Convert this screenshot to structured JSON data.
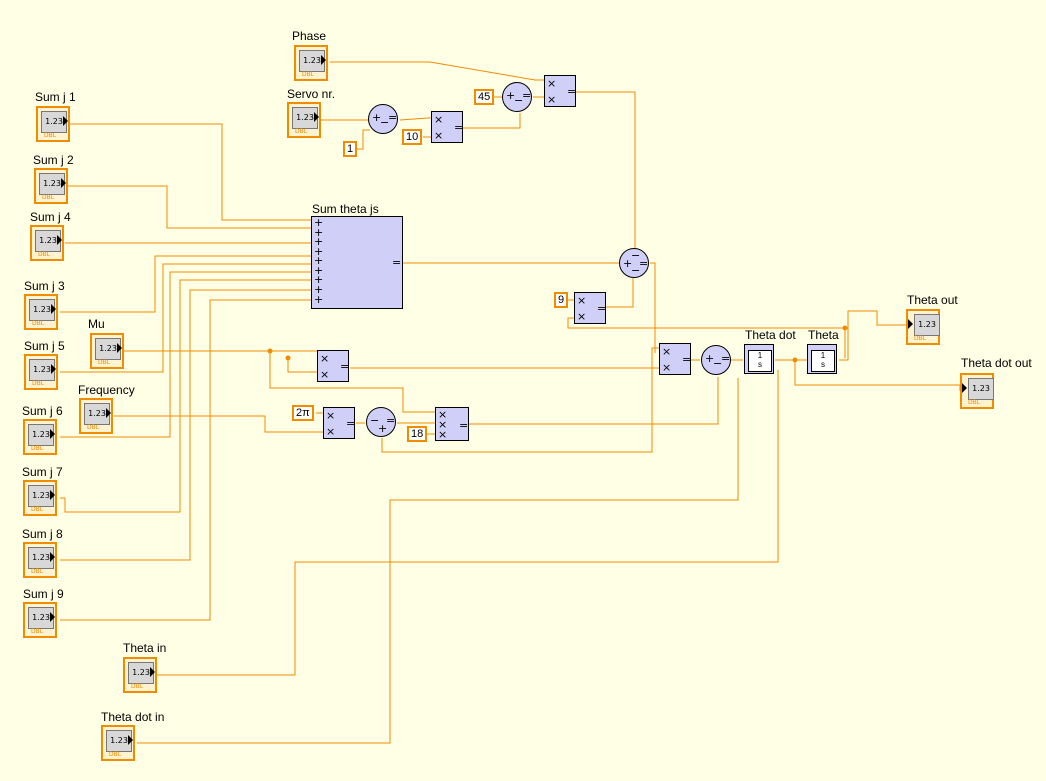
{
  "controls": [
    {
      "id": "phase",
      "label": "Phase",
      "value": "1.23",
      "type": "DBL"
    },
    {
      "id": "servo",
      "label": "Servo nr.",
      "value": "1.23",
      "type": "DBL"
    },
    {
      "id": "sumj1",
      "label": "Sum j 1",
      "value": "1.23",
      "type": "DBL"
    },
    {
      "id": "sumj2",
      "label": "Sum j 2",
      "value": "1.23",
      "type": "DBL"
    },
    {
      "id": "sumj4",
      "label": "Sum j 4",
      "value": "1.23",
      "type": "DBL"
    },
    {
      "id": "sumj3",
      "label": "Sum j 3",
      "value": "1.23",
      "type": "DBL"
    },
    {
      "id": "mu",
      "label": "Mu",
      "value": "1.23",
      "type": "DBL"
    },
    {
      "id": "sumj5",
      "label": "Sum j 5",
      "value": "1.23",
      "type": "DBL"
    },
    {
      "id": "freq",
      "label": "Frequency",
      "value": "1.23",
      "type": "DBL"
    },
    {
      "id": "sumj6",
      "label": "Sum j 6",
      "value": "1.23",
      "type": "DBL"
    },
    {
      "id": "sumj7",
      "label": "Sum j 7",
      "value": "1.23",
      "type": "DBL"
    },
    {
      "id": "sumj8",
      "label": "Sum j 8",
      "value": "1.23",
      "type": "DBL"
    },
    {
      "id": "sumj9",
      "label": "Sum j 9",
      "value": "1.23",
      "type": "DBL"
    },
    {
      "id": "thetain",
      "label": "Theta in",
      "value": "1.23",
      "type": "DBL"
    },
    {
      "id": "thetadotin",
      "label": "Theta dot in",
      "value": "1.23",
      "type": "DBL"
    }
  ],
  "indicators": [
    {
      "id": "thetaout",
      "label": "Theta out",
      "value": "1.23",
      "type": "DBL"
    },
    {
      "id": "thetadotout",
      "label": "Theta dot out",
      "value": "1.23",
      "type": "DBL"
    }
  ],
  "constants": {
    "one": "1",
    "ten": "10",
    "fortyfive": "45",
    "nine": "9",
    "twopi": "2π",
    "eighteen": "18"
  },
  "nodes": {
    "sum_theta_js": "Sum theta js",
    "theta_dot": "Theta dot",
    "theta": "Theta",
    "integrator_top": "1",
    "integrator_bottom": "s"
  },
  "glyphs": {
    "times": "×",
    "plus": "+",
    "minus": "−",
    "equals": "="
  },
  "colors": {
    "background": "#ffffe6",
    "wire": "#f08c00",
    "node_fill": "#cfcff8",
    "terminal_border": "#f08c00"
  }
}
